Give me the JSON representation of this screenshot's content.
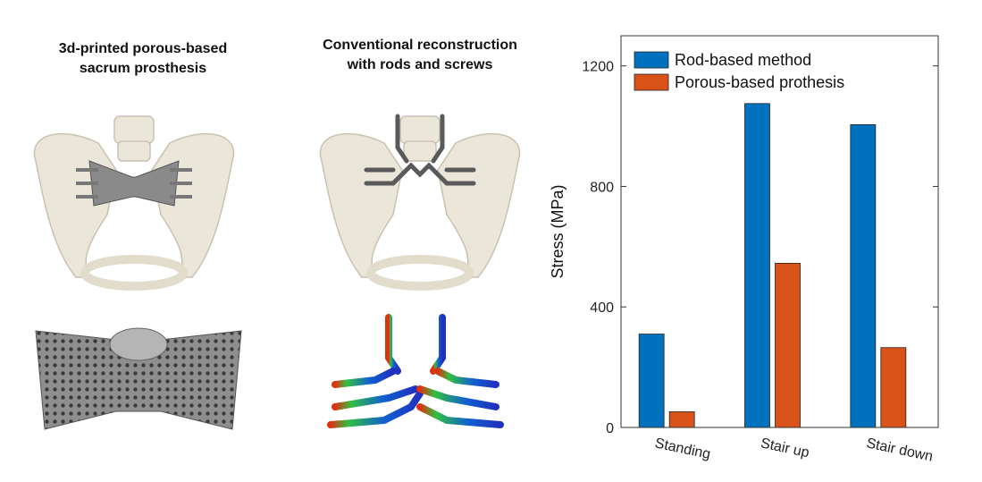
{
  "panels": {
    "left_title": "3d-printed porous-based\nsacrum prosthesis",
    "middle_title": "Conventional reconstruction\nwith rods and screws"
  },
  "chart_data": {
    "type": "bar",
    "categories": [
      "Standing",
      "Stair up",
      "Stair down"
    ],
    "series": [
      {
        "name": "Rod-based method",
        "color": "#0072BD",
        "values": [
          310,
          1075,
          1005
        ]
      },
      {
        "name": "Porous-based prothesis",
        "color": "#D95319",
        "values": [
          52,
          545,
          265
        ]
      }
    ],
    "ylabel": "Stress (MPa)",
    "xlabel": "",
    "ylim": [
      0,
      1300
    ],
    "yticks": [
      0,
      400,
      800,
      1200
    ],
    "grid": false,
    "legend_position": "top-left"
  }
}
